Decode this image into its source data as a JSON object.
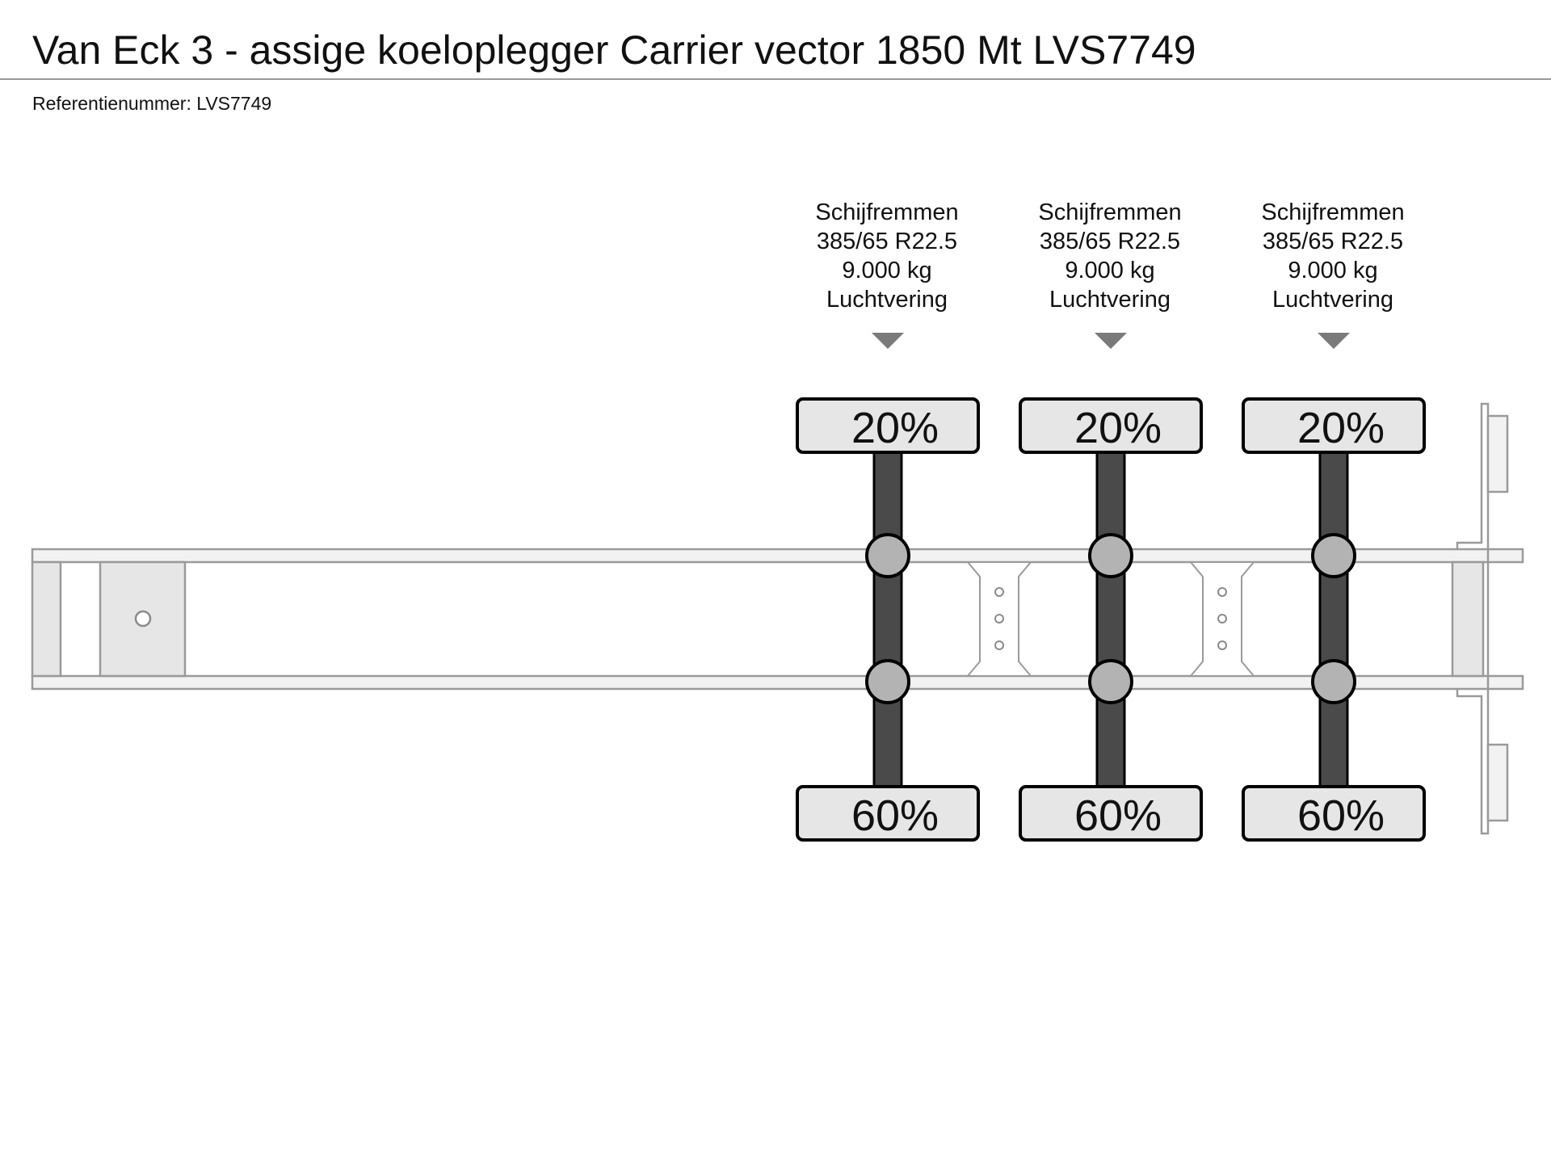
{
  "header": {
    "title": "Van Eck 3 - assige koeloplegger Carrier vector 1850 Mt LVS7749",
    "reference_label": "Referentienummer:",
    "reference_value": "LVS7749"
  },
  "axles": [
    {
      "brakes": "Schijfremmen",
      "tyre_size": "385/65 R22.5",
      "load": "9.000 kg",
      "suspension": "Luchtvering",
      "top_percent": "20%",
      "bottom_percent": "60%"
    },
    {
      "brakes": "Schijfremmen",
      "tyre_size": "385/65 R22.5",
      "load": "9.000 kg",
      "suspension": "Luchtvering",
      "top_percent": "20%",
      "bottom_percent": "60%"
    },
    {
      "brakes": "Schijfremmen",
      "tyre_size": "385/65 R22.5",
      "load": "9.000 kg",
      "suspension": "Luchtvering",
      "top_percent": "20%",
      "bottom_percent": "60%"
    }
  ],
  "colors": {
    "frame_fill": "#f2f2f2",
    "frame_stroke": "#9a9a9a",
    "axle_shaft": "#4a4a4a",
    "hub_fill": "#b3b3b3",
    "tyre_fill": "#e6e6e6",
    "marker": "#7a7a7a"
  }
}
